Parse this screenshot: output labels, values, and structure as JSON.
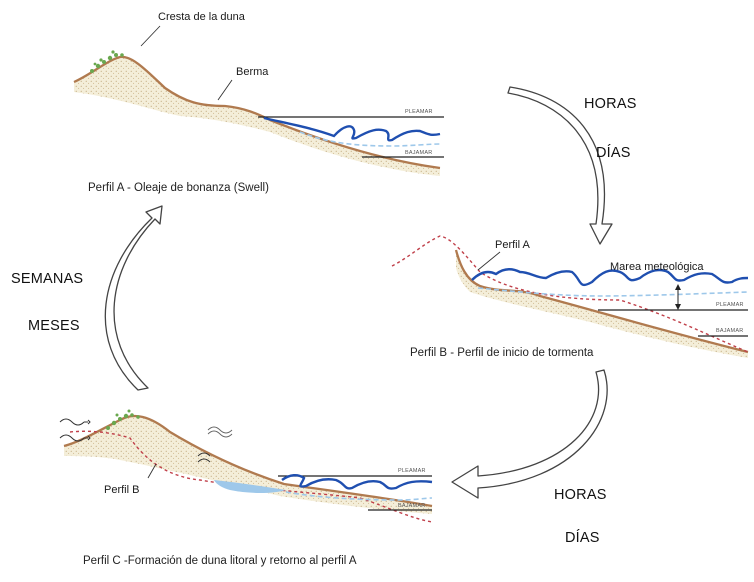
{
  "profile_a": {
    "dune_crest_label": "Cresta de la duna",
    "berm_label": "Berma",
    "high_tide_label": "PLEAMAR",
    "low_tide_label": "BAJAMAR",
    "caption": "Perfil A - Oleaje de bonanza (Swell)"
  },
  "profile_b": {
    "ref_profile_label": "Perfil A",
    "storm_surge_label": "Marea meteológica",
    "high_tide_label": "PLEAMAR",
    "low_tide_label": "BAJAMAR",
    "caption": "Perfil B - Perfil de inicio de tormenta"
  },
  "profile_c": {
    "ref_profile_label": "Perfil B",
    "high_tide_label": "PLEAMAR",
    "low_tide_label": "BAJAMAR",
    "caption": "Perfil C -Formación de duna litoral y retorno al perfil A"
  },
  "cycle_arrows": {
    "a_to_b": {
      "line1": "HORAS",
      "line2": "DÍAS"
    },
    "b_to_c": {
      "line1": "HORAS",
      "line2": "DÍAS"
    },
    "c_to_a": {
      "line1": "SEMANAS",
      "line2": "MESES"
    }
  },
  "colors": {
    "sand_profile": "#b07a4f",
    "water": "#1f4fb0",
    "water_light": "#9ec8ea",
    "previous_profile": "#c0404a",
    "vegetation": "#6aa84f",
    "arrow_outline": "#444444"
  }
}
